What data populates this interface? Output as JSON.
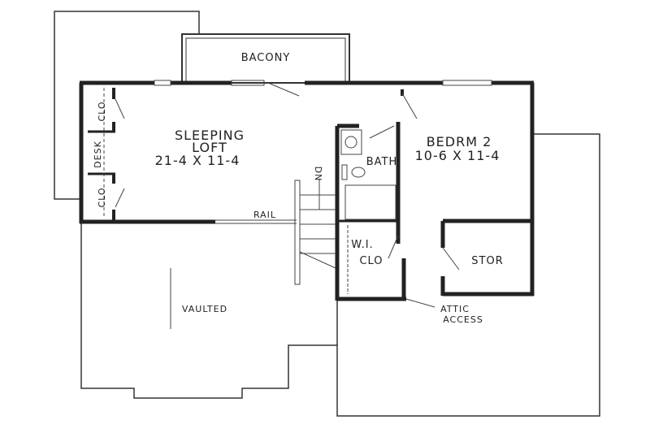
{
  "labels": {
    "balcony": "BACONY",
    "loft_name_1": "SLEEPING",
    "loft_name_2": "LOFT",
    "loft_size": "21-4 X 11-4",
    "bedroom_name": "BEDRM 2",
    "bedroom_size": "10-6 X 11-4",
    "bath": "BATH",
    "closet_top": "CLO",
    "desk": "DESK",
    "closet_bottom": "CLO",
    "stairs_down": "DN",
    "rail": "RAIL",
    "walk_in_1": "W.I.",
    "walk_in_2": "CLO",
    "storage": "STOR",
    "vaulted": "VAULTED",
    "attic_1": "ATTIC",
    "attic_2": "ACCESS"
  },
  "colors": {
    "wall": "#222222",
    "background": "#ffffff"
  }
}
